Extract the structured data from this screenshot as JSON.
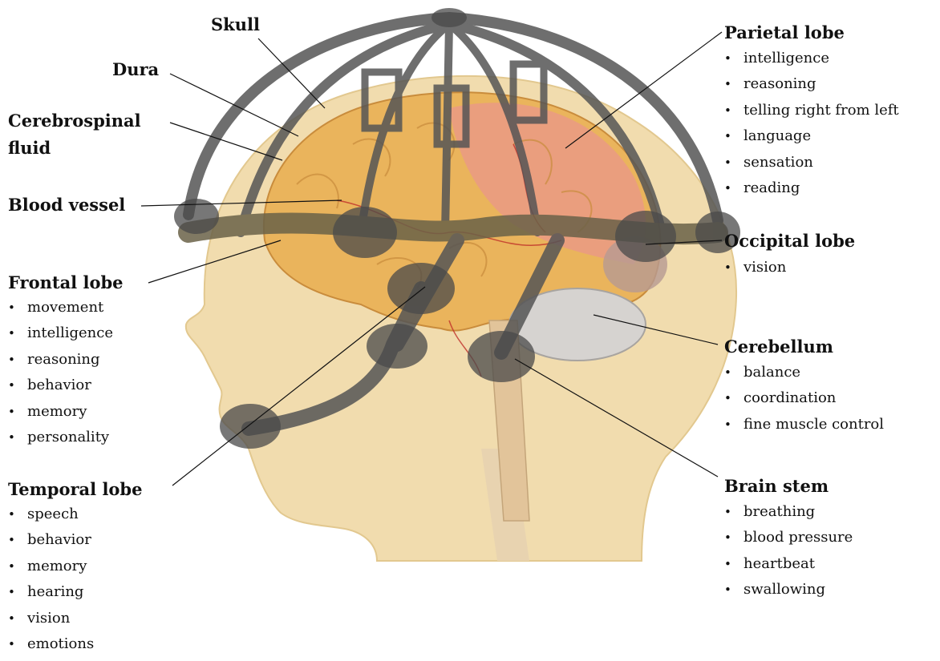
{
  "colors": {
    "background": "#ffffff",
    "skin": "#f1dcae",
    "brain": "#eab45c",
    "parietal": "#ea9a84",
    "cerebellum": "#d6d3d0",
    "device": "#555555"
  },
  "labels": {
    "skull": "Skull",
    "dura": "Dura",
    "csf_line1": "Cerebrospinal",
    "csf_line2": "fluid",
    "blood_vessel": "Blood vessel",
    "frontal": "Frontal lobe",
    "temporal": "Temporal lobe",
    "parietal": "Parietal lobe",
    "occipital": "Occipital lobe",
    "cerebellum": "Cerebellum",
    "brain_stem": "Brain stem"
  },
  "functions": {
    "frontal": [
      "movement",
      "intelligence",
      "reasoning",
      "behavior",
      "memory",
      "personality"
    ],
    "temporal": [
      "speech",
      "behavior",
      "memory",
      "hearing",
      "vision",
      "emotions"
    ],
    "parietal": [
      "intelligence",
      "reasoning",
      "telling right from left",
      "language",
      "sensation",
      "reading"
    ],
    "occipital": [
      "vision"
    ],
    "cerebellum": [
      "balance",
      "coordination",
      "fine muscle control"
    ],
    "brain_stem": [
      "breathing",
      "blood pressure",
      "heartbeat",
      "swallowing"
    ]
  },
  "icons": {
    "headset": "eeg-headset-icon"
  }
}
